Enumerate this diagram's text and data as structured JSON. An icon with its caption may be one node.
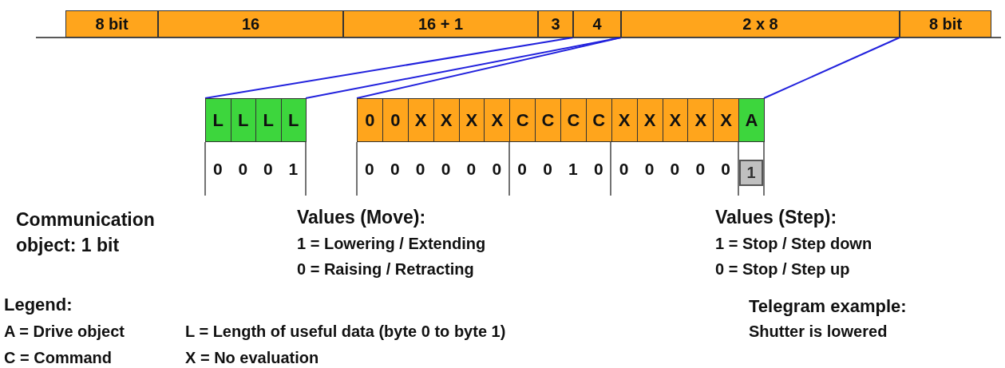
{
  "diagram": {
    "nodes": [
      {
        "text": [
          "8 bit"
        ]
      },
      {
        "text": [
          "16"
        ]
      },
      {
        "text": [
          "16 + 1"
        ]
      },
      {
        "text": [
          "3"
        ]
      },
      {
        "text": [
          "4"
        ]
      },
      {
        "text": [
          "2 x 8"
        ]
      },
      {
        "text": [
          "8 bit"
        ]
      },
      {
        "text": [],
        "shape": "box"
      },
      {
        "text": [
          "L"
        ],
        "in": 7
      },
      {
        "text": [
          "L"
        ],
        "in": 7
      },
      {
        "text": [
          "L"
        ],
        "in": 7
      },
      {
        "text": [
          "L"
        ],
        "in": 7
      },
      {
        "text": [],
        "shape": "box"
      },
      {
        "text": [
          "0"
        ],
        "in": 12
      },
      {
        "text": [
          "0"
        ],
        "in": 12
      },
      {
        "text": [
          "X"
        ],
        "in": 12
      },
      {
        "text": [
          "X"
        ],
        "in": 12
      },
      {
        "text": [
          "X"
        ],
        "in": 12
      },
      {
        "text": [
          "X"
        ],
        "in": 12
      },
      {
        "text": [
          "C"
        ],
        "in": 12
      },
      {
        "text": [
          "C"
        ],
        "in": 12
      },
      {
        "text": [
          "C"
        ],
        "in": 12
      },
      {
        "text": [
          "C"
        ],
        "in": 12
      },
      {
        "text": [
          "X"
        ],
        "in": 12
      },
      {
        "text": [
          "X"
        ],
        "in": 12
      },
      {
        "text": [
          "X"
        ],
        "in": 12
      },
      {
        "text": [
          "X"
        ],
        "in": 12
      },
      {
        "text": [
          "X"
        ],
        "in": 12
      },
      {
        "text": [
          "A"
        ],
        "in": 12
      },
      {
        "text": [
          "1"
        ]
      }
    ],
    "edges": [
      {
        "from": 4,
        "to": 7,
        "arrow": "none"
      },
      {
        "from": 4,
        "to": 7,
        "arrow": "none"
      },
      {
        "from": 5,
        "to": 12,
        "arrow": "none"
      },
      {
        "from": 5,
        "to": 12,
        "arrow": "none"
      }
    ],
    "labels": [
      "0",
      "0",
      "0",
      "1",
      "0",
      "0",
      "0",
      "0",
      "0",
      "0",
      "0",
      "0",
      "1",
      "0",
      "0",
      "0",
      "0",
      "0",
      "0",
      "Communication object: 1 bit",
      "Values (Move):",
      "Values (Step):",
      "1 = Lowering / Extending",
      "1 = Stop / Step down",
      "0 = Raising / Retracting",
      "0 = Stop / Step up",
      "Legend:",
      "Telegram example:",
      "A = Drive object",
      "L = Length of useful data (byte 0 to byte 1)",
      "Shutter is lowered",
      "C = Command",
      "X = No evaluation"
    ]
  }
}
